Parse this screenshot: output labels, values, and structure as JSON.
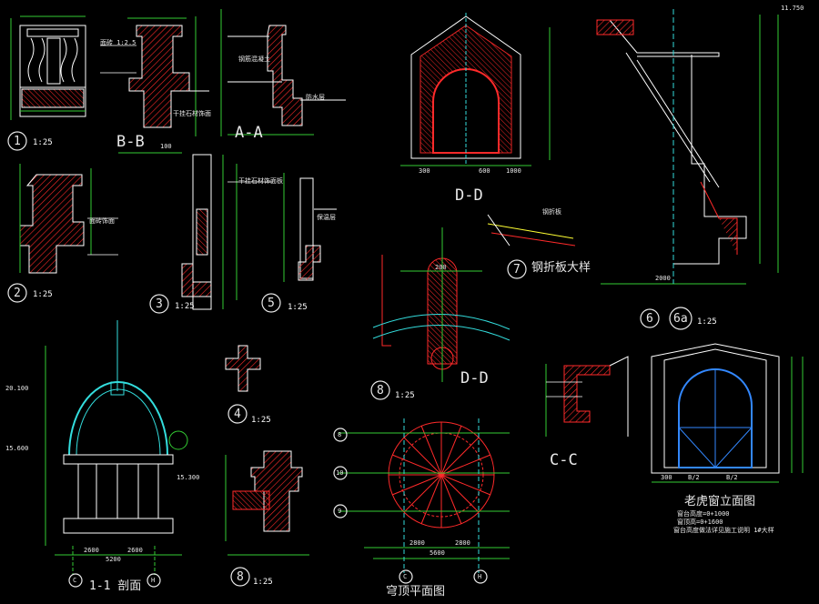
{
  "colors": {
    "background": "#000000",
    "hatch": "#ff2a2a",
    "outline": "#ffffff",
    "dimension": "#33cc33",
    "accent": "#33dddd",
    "marker": "#e8e8e8"
  },
  "section_labels": {
    "bb": "B-B",
    "aa": "A-A",
    "dd_top": "D-D",
    "dd_mid": "D-D",
    "cc": "C-C",
    "s11": "1-1 剖面",
    "plan": "穹顶平面图",
    "dormer": "老虎窗立面图"
  },
  "detail_markers": {
    "m1": "1",
    "m2": "2",
    "m3": "3",
    "m4": "4",
    "m5": "5",
    "m6": "6",
    "m6a": "6a",
    "m7": "7",
    "m8a": "8",
    "m8b": "8"
  },
  "scales": {
    "s1": "1:25",
    "s2": "1:25",
    "s3": "1:25",
    "s4": "1:25",
    "s5": "1:25",
    "s6": "1:25",
    "s8a": "1:25",
    "s8b": "1:25",
    "s7": "钢折板大样"
  },
  "axis_bubbles": {
    "c1": "C",
    "h1": "H",
    "c2": "C",
    "h2": "H",
    "a8": "8",
    "a10": "10",
    "a9": "9"
  },
  "notes": {
    "dormer_n1": "窗台高度=0+1000",
    "dormer_n2": "窗顶高=0+1600",
    "dormer_n3": "窗台高度做法详见施工说明 1#大样"
  },
  "dims": {
    "plan_total": "5600",
    "plan_left": "2800",
    "plan_right": "2800",
    "sec_total": "5200",
    "sec_left": "2600",
    "sec_right": "2600",
    "dd_w1": "300",
    "dd_w2": "600",
    "dd_w3": "1000",
    "dormer_w1": "B/2",
    "dormer_w2": "B/2",
    "dormer_w3": "300",
    "elev_top": "11.750",
    "elev_2": "20.100",
    "elev_3": "15.600",
    "elev_4": "15.300",
    "dim_2000": "2000",
    "dim_200": "200",
    "dim_100": "100"
  },
  "material_notes": {
    "n1": "面砖 1:2.5",
    "n2": "干挂石材饰面",
    "n3": "钢筋混凝土",
    "n4": "防水层",
    "n5": "干挂石材饰面板",
    "n6": "钢折板",
    "n7": "面砖饰面",
    "n8": "保温层"
  }
}
